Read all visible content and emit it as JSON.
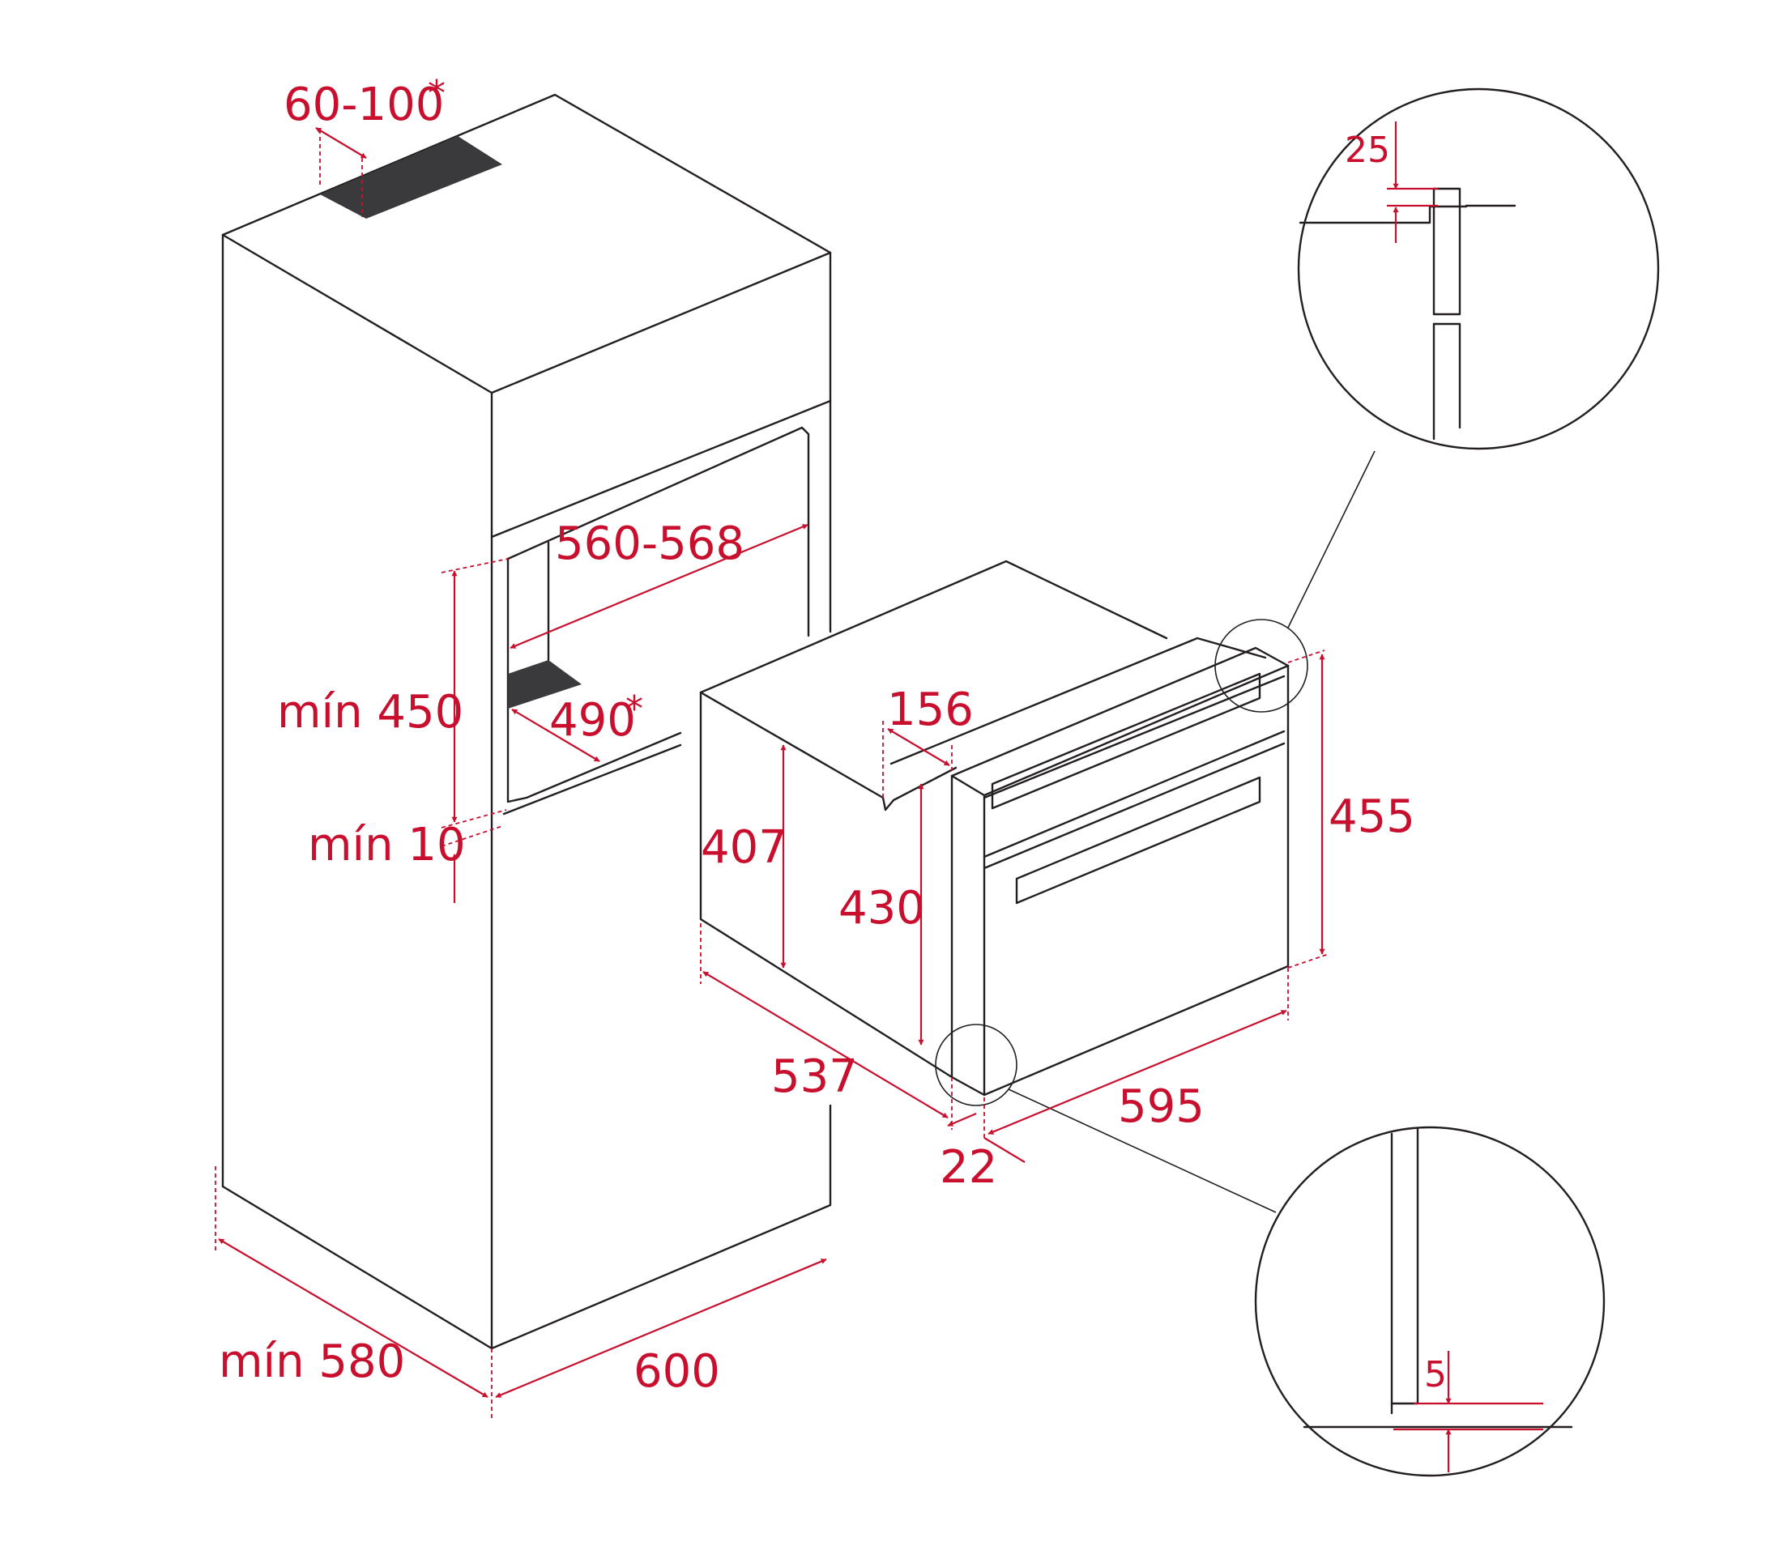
{
  "colors": {
    "dimension": "#c8102e",
    "outline": "#231f20",
    "vent": "#3a3a3c",
    "background": "#ffffff"
  },
  "dimensions": {
    "vent_top": "60-100",
    "vent_top_mark": "*",
    "niche_width": "560-568",
    "niche_height": "mín 450",
    "niche_depth": "490",
    "niche_depth_mark": "*",
    "gap_below": "mín 10",
    "cabinet_depth": "mín 580",
    "cabinet_width": "600",
    "oven_depth": "537",
    "oven_body_height": "407",
    "oven_front_height": "430",
    "oven_top_step": "156",
    "oven_total_height": "455",
    "oven_width": "595",
    "front_offset": "22",
    "detail_top_gap": "25",
    "detail_bottom_gap": "5"
  }
}
